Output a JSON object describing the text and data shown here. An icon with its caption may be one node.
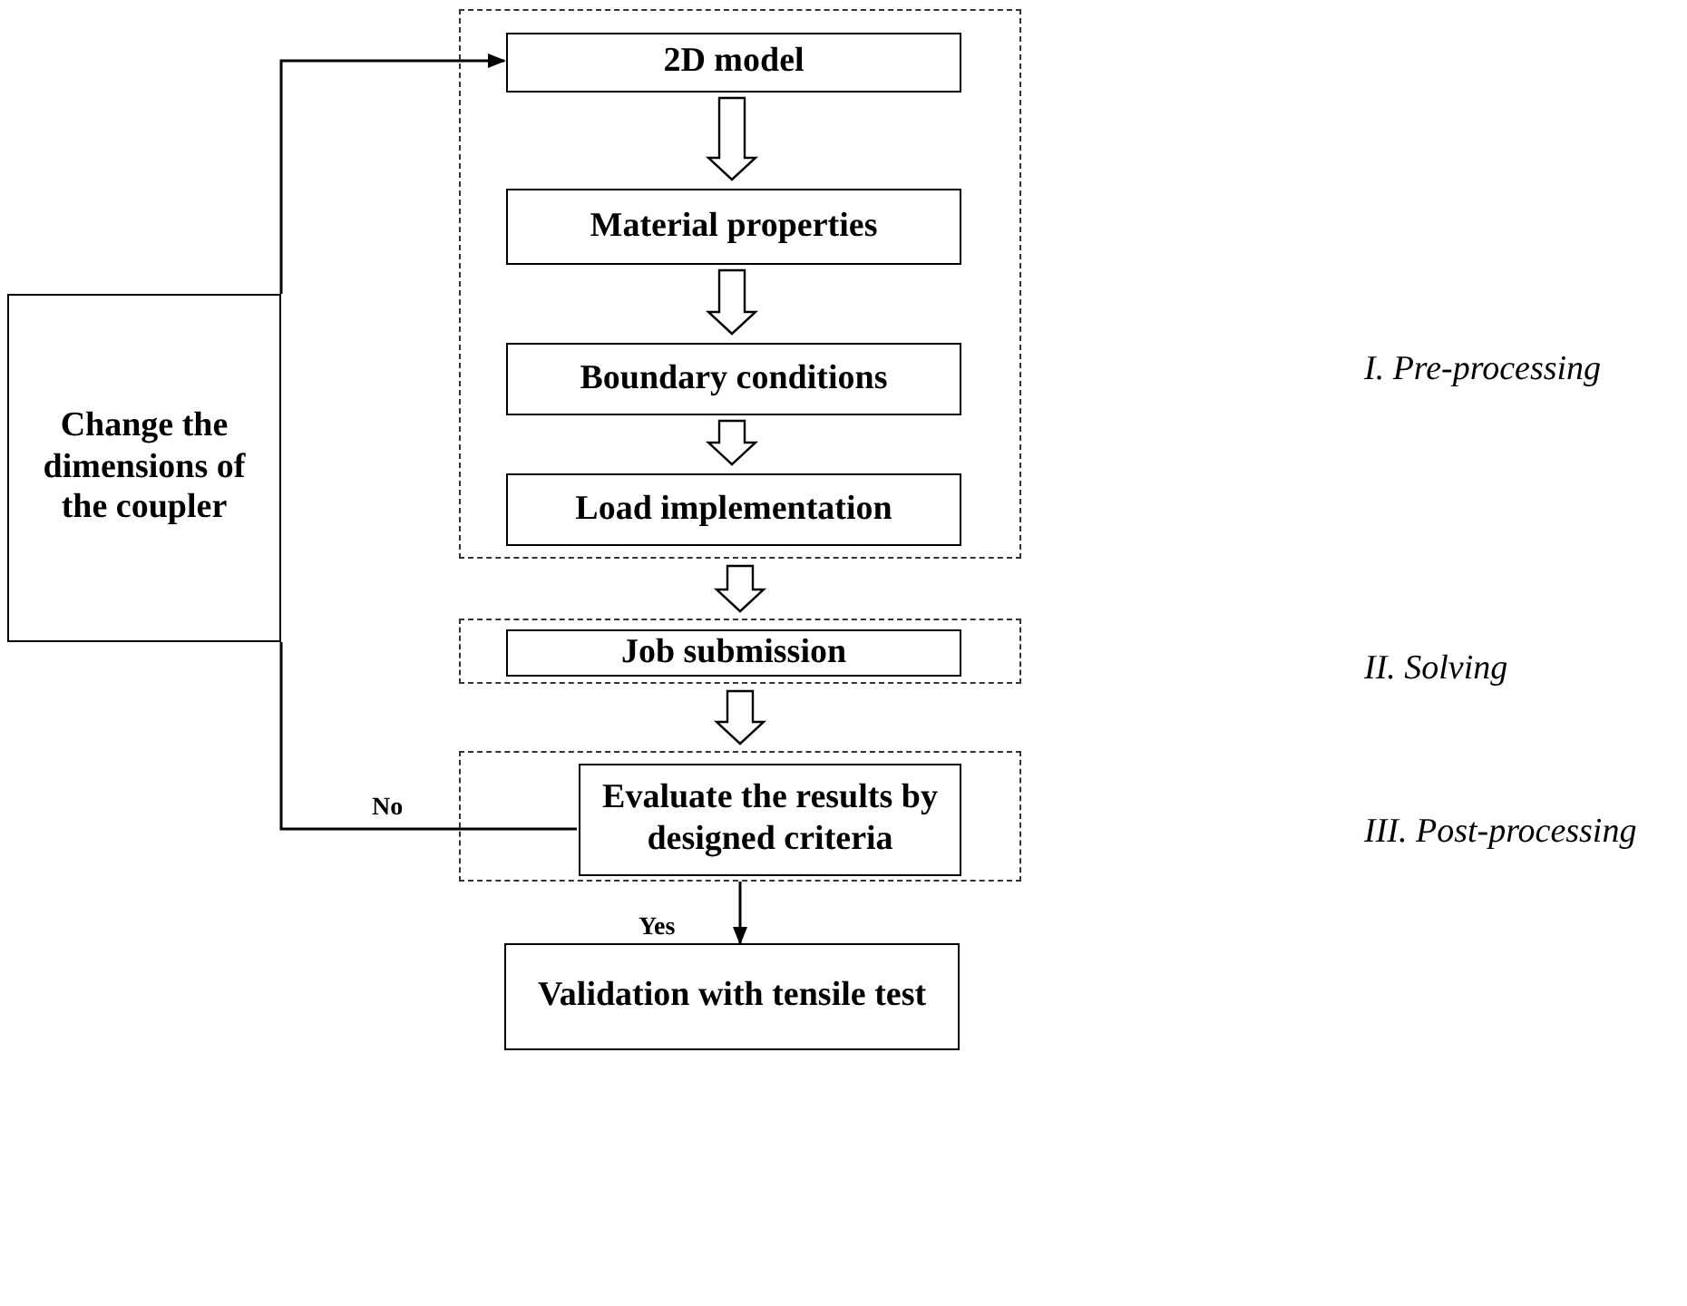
{
  "diagram": {
    "nodes": [
      {
        "text": [],
        "shape": "box"
      },
      {
        "text": [
          "2D model"
        ],
        "in": 0
      },
      {
        "text": [
          "Material properties"
        ],
        "in": 0
      },
      {
        "text": [
          "Boundary conditions"
        ],
        "in": 0
      },
      {
        "text": [
          "Load implementation"
        ],
        "in": 0
      },
      {
        "text": [],
        "shape": "box"
      },
      {
        "text": [
          "Job submission"
        ],
        "in": 5
      },
      {
        "text": [],
        "shape": "box"
      },
      {
        "text": [
          "Evaluate the results by designed criteria"
        ],
        "in": 7
      },
      {
        "text": [
          "Change the dimensions of the coupler"
        ]
      },
      {
        "text": [
          "Validation with tensile test"
        ]
      }
    ],
    "edges": [
      {
        "from": 1,
        "to": 2,
        "arrow": "to",
        "style": "thick"
      },
      {
        "from": 2,
        "to": 3,
        "arrow": "to",
        "style": "thick"
      },
      {
        "from": 3,
        "to": 4,
        "arrow": "to",
        "style": "thick"
      },
      {
        "from": 0,
        "to": 5,
        "arrow": "to",
        "style": "thick"
      },
      {
        "from": 5,
        "to": 7,
        "arrow": "to",
        "style": "thick"
      },
      {
        "from": 7,
        "to": 10,
        "arrow": "to",
        "label": "Yes"
      },
      {
        "from": 9,
        "to": 1,
        "arrow": "to"
      },
      {
        "from": 8,
        "to": 9,
        "arrow": "none",
        "label": "No"
      }
    ],
    "labels": [
      "I. Pre-processing",
      "II. Solving",
      "III. Post-processing"
    ]
  }
}
